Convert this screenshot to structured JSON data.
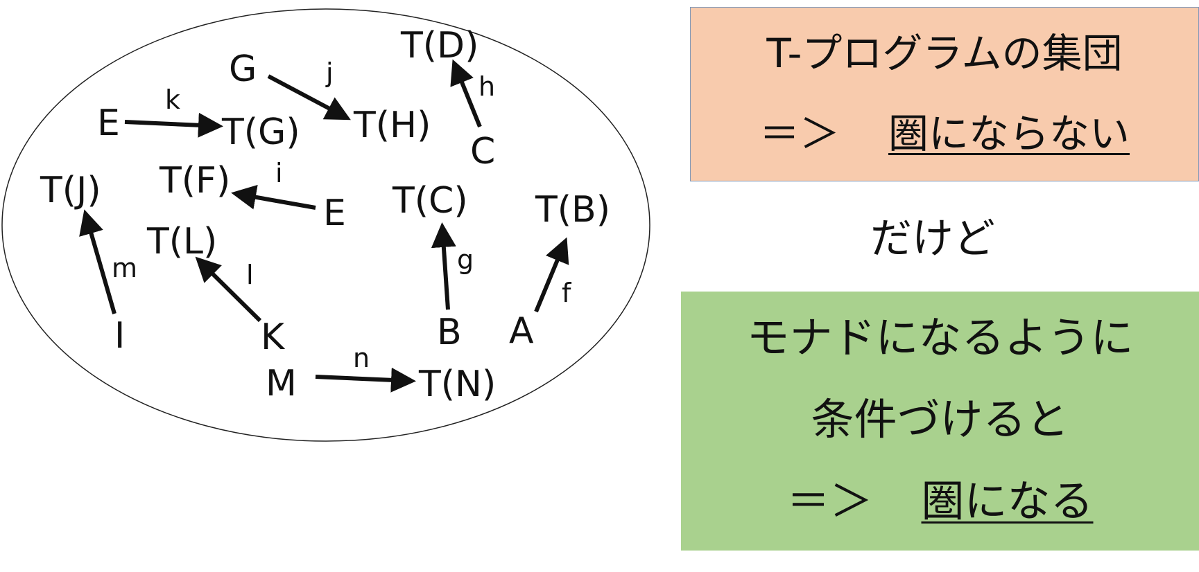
{
  "diagram": {
    "nodes": [
      {
        "id": "TD",
        "label": "T(D)"
      },
      {
        "id": "G",
        "label": "G"
      },
      {
        "id": "j",
        "label": "j"
      },
      {
        "id": "h",
        "label": "h"
      },
      {
        "id": "k",
        "label": "k"
      },
      {
        "id": "E1",
        "label": "E"
      },
      {
        "id": "TG",
        "label": "T(G)"
      },
      {
        "id": "TH",
        "label": "T(H)"
      },
      {
        "id": "C",
        "label": "C"
      },
      {
        "id": "TJ",
        "label": "T(J)"
      },
      {
        "id": "TF",
        "label": "T(F)"
      },
      {
        "id": "i",
        "label": "i"
      },
      {
        "id": "E2",
        "label": "E"
      },
      {
        "id": "TC",
        "label": "T(C)"
      },
      {
        "id": "TB",
        "label": "T(B)"
      },
      {
        "id": "TL",
        "label": "T(L)"
      },
      {
        "id": "m",
        "label": "m"
      },
      {
        "id": "l",
        "label": "l"
      },
      {
        "id": "g",
        "label": "g"
      },
      {
        "id": "f",
        "label": "f"
      },
      {
        "id": "I",
        "label": "I"
      },
      {
        "id": "K",
        "label": "K"
      },
      {
        "id": "B",
        "label": "B"
      },
      {
        "id": "A",
        "label": "A"
      },
      {
        "id": "n",
        "label": "n"
      },
      {
        "id": "M",
        "label": "M"
      },
      {
        "id": "TN",
        "label": "T(N)"
      }
    ],
    "arrows": [
      {
        "from": "G",
        "to": "T(H)",
        "label": "j"
      },
      {
        "from": "C",
        "to": "T(D)",
        "label": "h"
      },
      {
        "from": "E",
        "to": "T(G)",
        "label": "k"
      },
      {
        "from": "E",
        "to": "T(F)",
        "label": "i"
      },
      {
        "from": "I",
        "to": "T(J)",
        "label": "m"
      },
      {
        "from": "K",
        "to": "T(L)",
        "label": "l"
      },
      {
        "from": "B",
        "to": "T(C)",
        "label": "g"
      },
      {
        "from": "A",
        "to": "T(B)",
        "label": "f"
      },
      {
        "from": "M",
        "to": "T(N)",
        "label": "n"
      }
    ]
  },
  "top_box": {
    "line1": "T-プログラムの集団",
    "line2_prefix": "＝＞",
    "line2_underlined": "圏にならない",
    "background_color": "#f8cbad"
  },
  "middle_text": "だけど",
  "bottom_box": {
    "line1": "モナドになるように",
    "line2": "条件づけると",
    "line3_prefix": "＝＞",
    "line3_underlined": "圏になる",
    "background_color": "#a9d18e"
  }
}
